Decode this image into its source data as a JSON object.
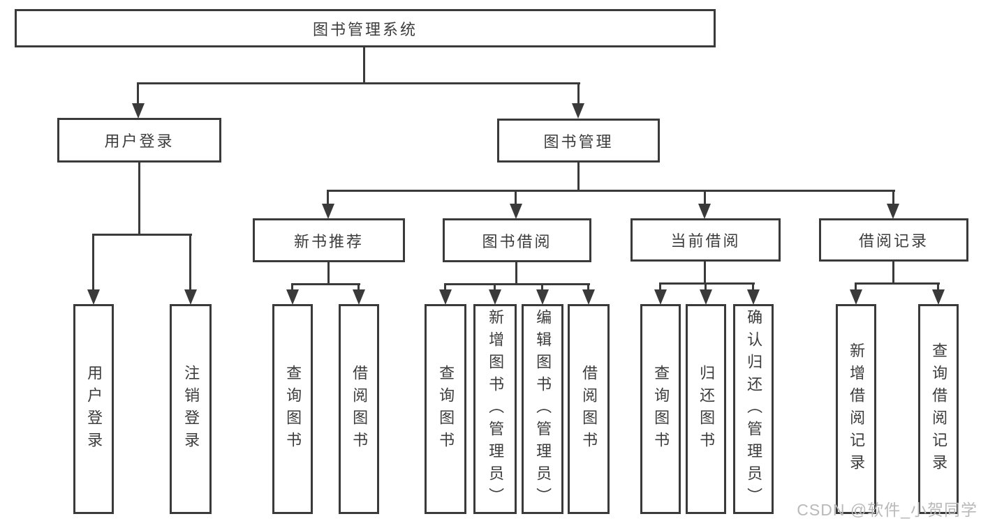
{
  "diagram": {
    "type": "tree",
    "title": "图书管理系统",
    "watermark": "CSDN @软件_小贺同学",
    "colors": {
      "line": "#3a3a3a",
      "text": "#3c3c3c",
      "box_fill": "#ffffff",
      "watermark": "#b9b9b9",
      "background": "#ffffff"
    },
    "tree": {
      "label": "图书管理系统",
      "children": [
        {
          "label": "用户登录",
          "children": [
            {
              "label": "用户登录"
            },
            {
              "label": "注销登录"
            }
          ]
        },
        {
          "label": "图书管理",
          "children": [
            {
              "label": "新书推荐",
              "children": [
                {
                  "label": "查询图书"
                },
                {
                  "label": "借阅图书"
                }
              ]
            },
            {
              "label": "图书借阅",
              "children": [
                {
                  "label": "查询图书"
                },
                {
                  "label": "新增图书（管理员）"
                },
                {
                  "label": "编辑图书（管理员）"
                },
                {
                  "label": "借阅图书"
                }
              ]
            },
            {
              "label": "当前借阅",
              "children": [
                {
                  "label": "查询图书"
                },
                {
                  "label": "归还图书"
                },
                {
                  "label": "确认归还（管理员）"
                }
              ]
            },
            {
              "label": "借阅记录",
              "children": [
                {
                  "label": "新增借阅记录"
                },
                {
                  "label": "查询借阅记录"
                }
              ]
            }
          ]
        }
      ]
    }
  }
}
